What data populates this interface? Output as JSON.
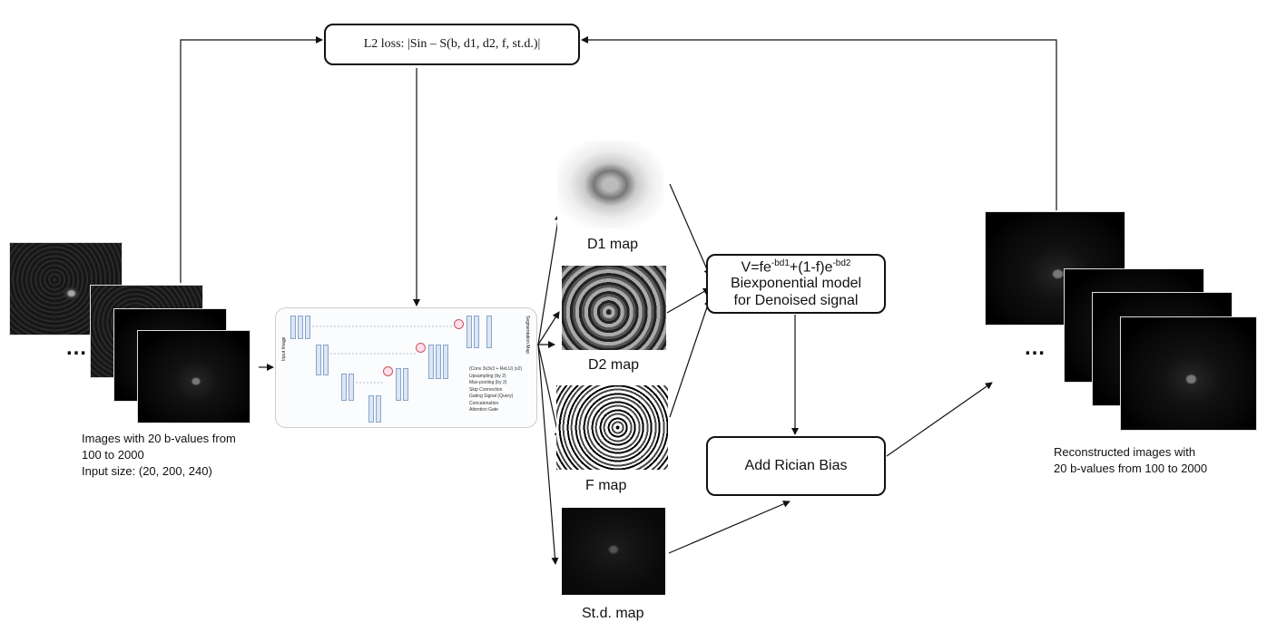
{
  "loss_box": {
    "text": "L2 loss: |Sin – S(b, d1, d2, f, st.d.)|"
  },
  "input_images": {
    "ellipsis": "…",
    "caption_line1": "Images with 20 b-values from",
    "caption_line2": "100 to 2000",
    "caption_line3": "Input size: (20, 200, 240)"
  },
  "network": {
    "input_label": "Input Image",
    "output_label": "Segmentation Map",
    "legend": [
      "(Conv 3x3x3 + ReLU) (x2)",
      "Upsampling (by 2)",
      "Max-pooling (by 2)",
      "Skip Connection",
      "Gating Signal (Query)",
      "Concatenation",
      "Attention Gate"
    ]
  },
  "maps": {
    "d1": "D1 map",
    "d2": "D2 map",
    "f": "F map",
    "std": "St.d. map"
  },
  "biexp_box": {
    "formula_V": "V=fe",
    "formula_sup1": "-bd1",
    "formula_mid": "+(1-f)e",
    "formula_sup2": "-bd2",
    "line2": "Biexponential model",
    "line3": "for  Denoised signal"
  },
  "rician_box": {
    "text": "Add Rician Bias"
  },
  "output_images": {
    "ellipsis": "…",
    "caption_line1": "Reconstructed images with",
    "caption_line2": "20 b-values from 100 to 2000"
  }
}
